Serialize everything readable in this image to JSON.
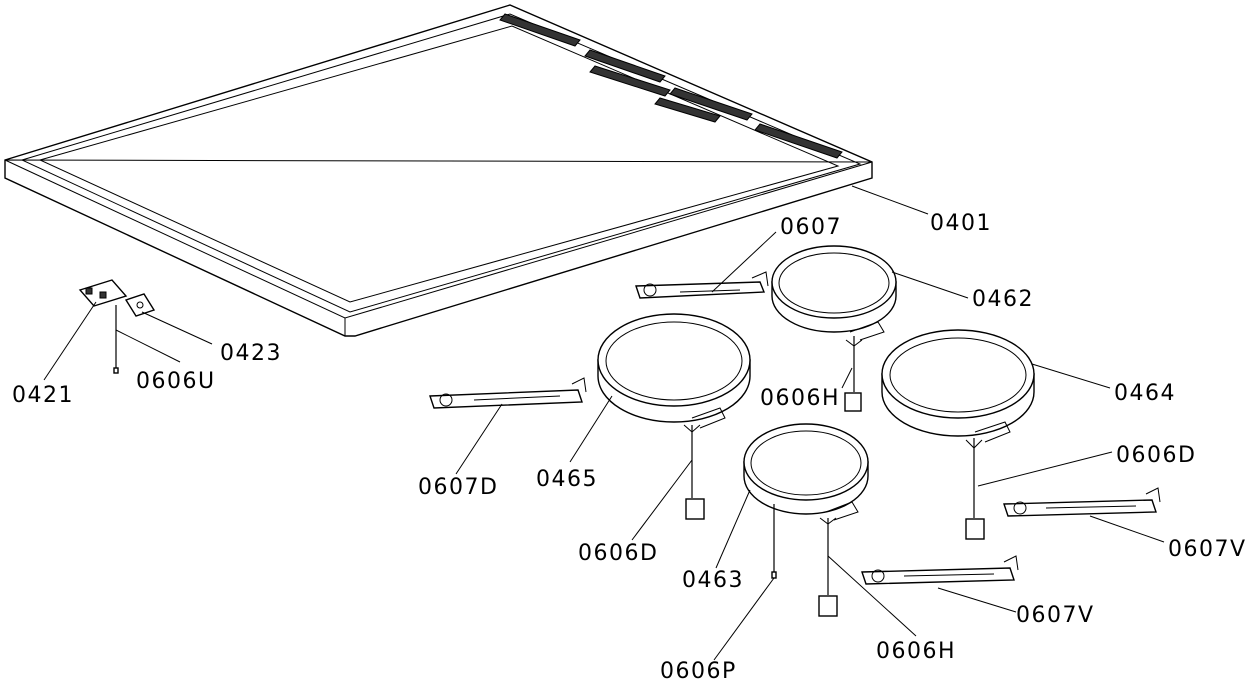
{
  "labels": {
    "l0401": "0401",
    "l0607_top": "0607",
    "l0462": "0462",
    "l0464": "0464",
    "l0606H_mid": "0606H",
    "l0606D_right": "0606D",
    "l0607V_right": "0607V",
    "l0607V_bottom": "0607V",
    "l0606H_bottom": "0606H",
    "l0606P": "0606P",
    "l0463": "0463",
    "l0606D_left": "0606D",
    "l0465": "0465",
    "l0607D": "0607D",
    "l0421": "0421",
    "l0606U": "0606U",
    "l0423": "0423"
  },
  "colors": {
    "line": "#000000",
    "background": "#ffffff"
  }
}
